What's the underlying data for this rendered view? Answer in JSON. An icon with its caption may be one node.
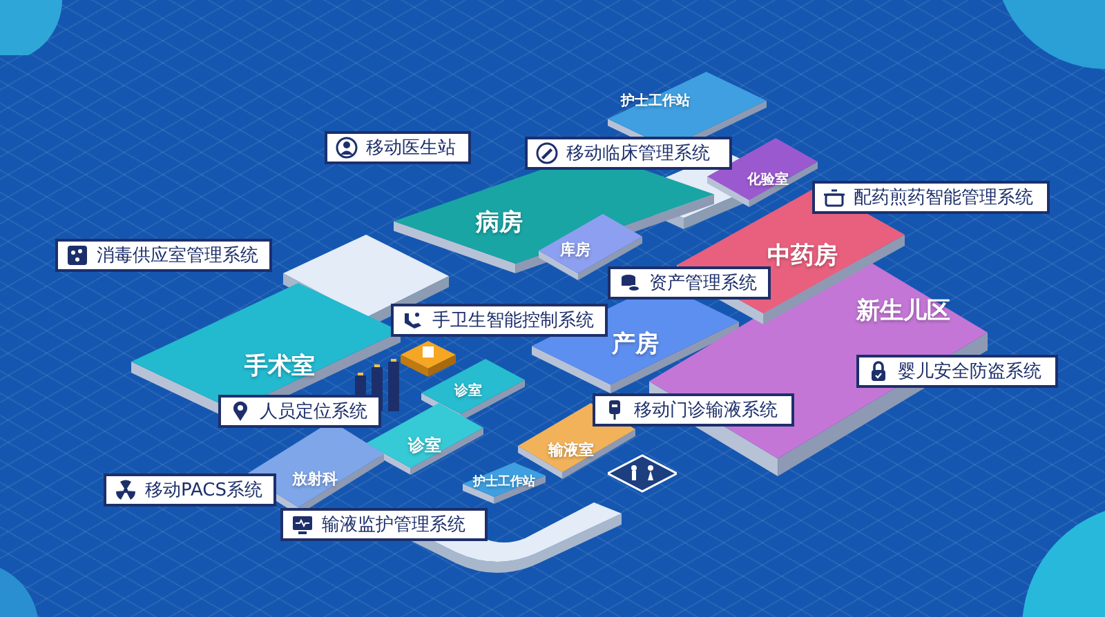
{
  "diagram": {
    "nodes": [
      {
        "text": [
          "护士工作站"
        ]
      },
      {
        "text": [
          "移动医生站"
        ]
      },
      {
        "text": [
          "移动临床管理系统"
        ]
      },
      {
        "text": [
          "化验室"
        ]
      },
      {
        "text": [
          "配药煎药智能管理系统"
        ]
      },
      {
        "text": [
          "病房"
        ]
      },
      {
        "text": [
          "库房"
        ]
      },
      {
        "text": [
          "消毒供应室管理系统"
        ]
      },
      {
        "text": [
          "中药房"
        ]
      },
      {
        "text": [
          "资产管理系统"
        ]
      },
      {
        "text": [
          "手卫生智能控制系统"
        ]
      },
      {
        "text": [
          "手术室"
        ]
      },
      {
        "text": [
          "产房"
        ]
      },
      {
        "text": [
          "新生儿区"
        ]
      },
      {
        "text": [
          "婴儿安全防盗系统"
        ]
      },
      {
        "text": [
          "诊室"
        ]
      },
      {
        "text": [
          "人员定位系统"
        ]
      },
      {
        "text": [
          "移动门诊输液系统"
        ]
      },
      {
        "text": [
          "诊室"
        ]
      },
      {
        "text": [
          "输液室"
        ]
      },
      {
        "text": [
          "放射科"
        ]
      },
      {
        "text": [
          "移动PACS系统"
        ]
      },
      {
        "text": [
          "护士工作站"
        ]
      },
      {
        "text": [
          "输液监护管理系统"
        ]
      }
    ]
  }
}
